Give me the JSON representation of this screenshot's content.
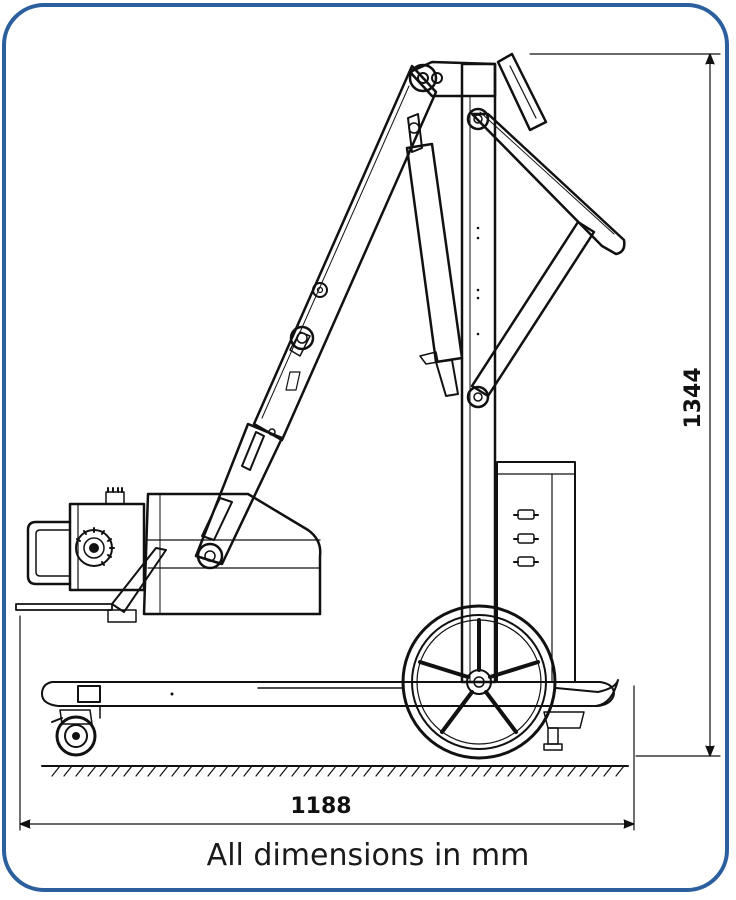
{
  "dimensions": {
    "height_label": "1344",
    "width_label": "1188"
  },
  "caption": "All dimensions in mm",
  "colors": {
    "frame": "#2b5f9e",
    "line": "#111111"
  }
}
